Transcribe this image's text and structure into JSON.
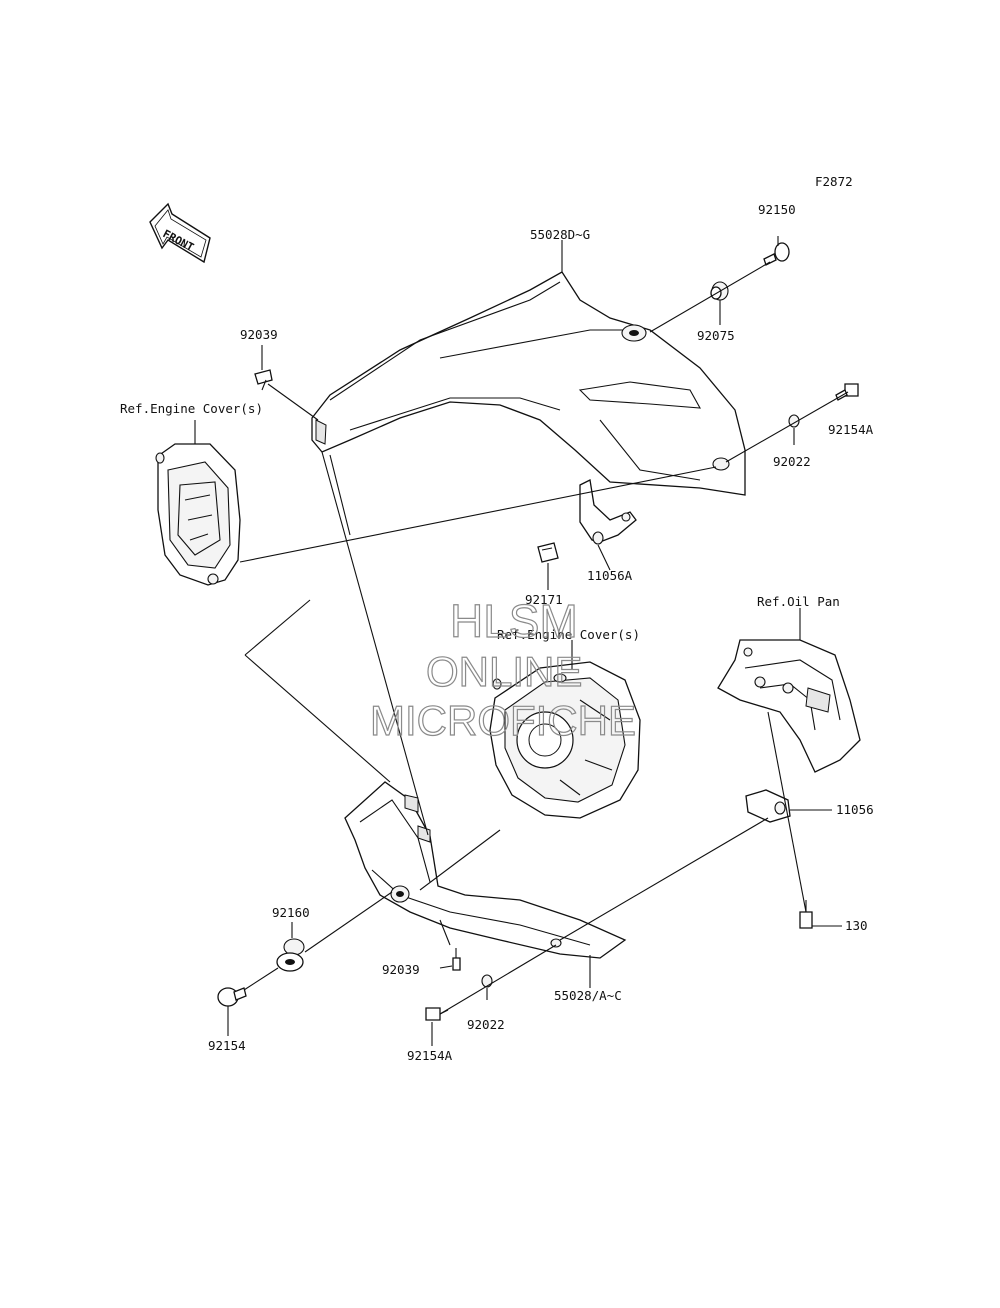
{
  "figure_code": "F2872",
  "front_arrow_text": "FRONT",
  "watermark": {
    "line1": "HLSM",
    "line2": "ONLINE",
    "line3": "MICROFICHE"
  },
  "labels": {
    "p92150": "92150",
    "p55028DG": "55028D~G",
    "p92075": "92075",
    "p92039_top": "92039",
    "ref_engine_cover_top": "Ref.Engine Cover(s)",
    "p92154A_top": "92154A",
    "p92022_top": "92022",
    "p11056A": "11056A",
    "p92171": "92171",
    "ref_engine_cover_mid": "Ref.Engine Cover(s)",
    "ref_oil_pan": "Ref.Oil Pan",
    "p11056": "11056",
    "p130": "130",
    "p92160": "92160",
    "p92039_bot": "92039",
    "p55028AC": "55028/A~C",
    "p92022_bot": "92022",
    "p92154": "92154",
    "p92154A_bot": "92154A"
  },
  "colors": {
    "ink": "#111111",
    "watermark": "#8a8a8a",
    "background": "#ffffff"
  }
}
